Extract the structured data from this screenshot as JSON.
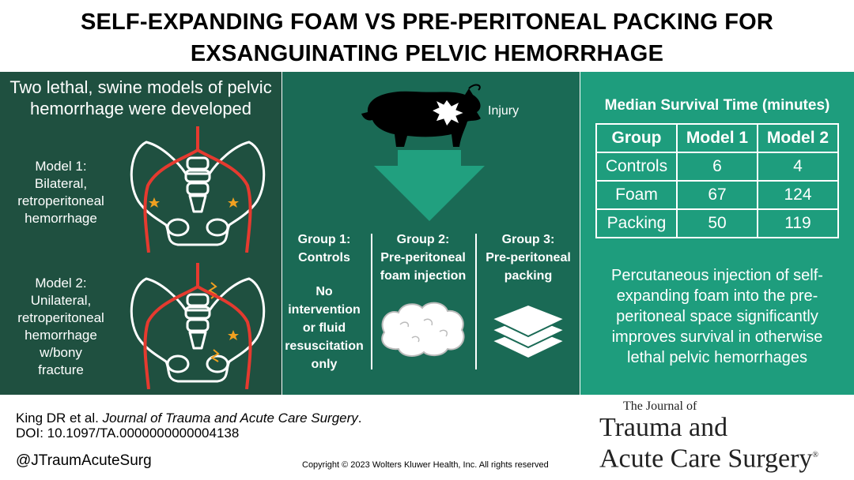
{
  "title": {
    "line1": "SELF-EXPANDING FOAM VS PRE-PERITONEAL PACKING FOR",
    "line2": "EXSANGUINATING PELVIC HEMORRHAGE"
  },
  "left_panel": {
    "heading_line1": "Two lethal, swine models of pelvic",
    "heading_line2": "hemorrhage were developed",
    "model1": [
      "Model 1:",
      "Bilateral,",
      "retroperitoneal",
      "hemorrhage"
    ],
    "model2": [
      "Model 2:",
      "Unilateral,",
      "retroperitoneal",
      "hemorrhage",
      "w/bony",
      "fracture"
    ]
  },
  "middle_panel": {
    "injury_label": "Injury",
    "group1": [
      "Group 1:",
      "Controls"
    ],
    "group1_detail": [
      "No",
      "intervention",
      "or fluid",
      "resuscitation",
      "only"
    ],
    "group2": [
      "Group 2:",
      "Pre-peritoneal",
      "foam injection"
    ],
    "group3": [
      "Group 3:",
      "Pre-peritoneal",
      "packing"
    ]
  },
  "right_panel": {
    "table_title": "Median Survival Time (minutes)",
    "table": {
      "headers": [
        "Group",
        "Model 1",
        "Model 2"
      ],
      "rows": [
        [
          "Controls",
          "6",
          "4"
        ],
        [
          "Foam",
          "67",
          "124"
        ],
        [
          "Packing",
          "50",
          "119"
        ]
      ]
    },
    "conclusion": [
      "Percutaneous injection of self-",
      "expanding foam into the pre-",
      "peritoneal space significantly",
      "improves survival in otherwise",
      "lethal pelvic hemorrhages"
    ]
  },
  "footer": {
    "citation_author": "King DR et al. ",
    "citation_journal": "Journal of Trauma and Acute Care Surgery",
    "citation_end": ".",
    "doi": "DOI: 10.1097/TA.0000000000004138",
    "handle": "@JTraumAcuteSurg",
    "copyright": "Copyright © 2023  Wolters Kluwer Health, Inc. All rights reserved",
    "journal_logo": {
      "line1": "The Journal of",
      "line2": "Trauma and",
      "line3": "Acute Care Surgery",
      "mark": "®"
    }
  },
  "colors": {
    "panel_left": "#1f5040",
    "panel_middle": "#1a6a55",
    "panel_right": "#1e9d7d",
    "arrow": "#21a07f",
    "vessel_red": "#e53a2f",
    "star_orange": "#f0a020"
  },
  "icons": [
    "pelvis-icon",
    "blood-vessel-icon",
    "injury-star-icon",
    "pig-icon",
    "burst-icon",
    "down-arrow-icon",
    "foam-icon",
    "gauze-stack-icon"
  ]
}
